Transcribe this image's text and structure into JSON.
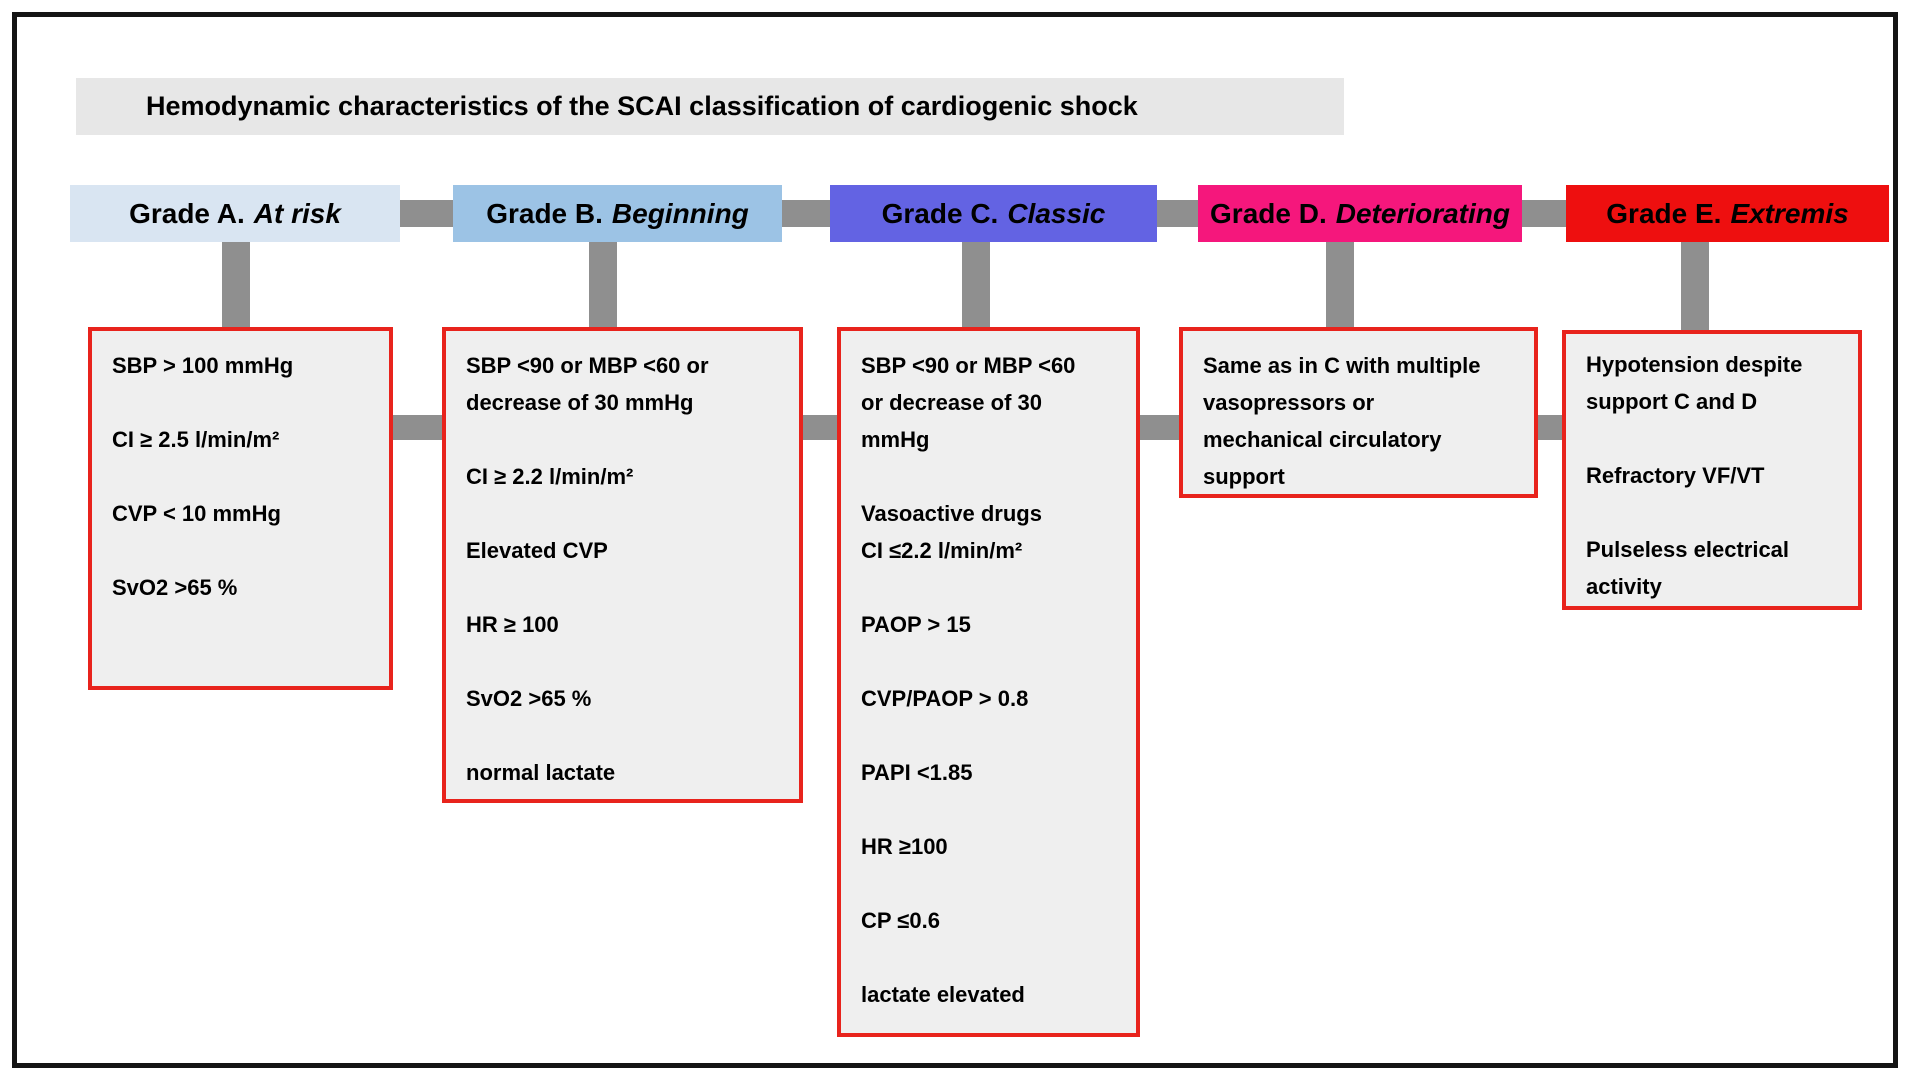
{
  "title": "Hemodynamic characteristics of the SCAI classification of cardiogenic shock",
  "colors": {
    "title_bar_bg": "#e7e7e7",
    "connector_gray": "#8f8f8f",
    "detail_box_bg": "#efefef",
    "detail_box_border": "#e8231c",
    "outer_border": "#141414"
  },
  "grades": [
    {
      "id": "A",
      "label": "Grade A.",
      "label_italic": "At risk",
      "header_bg": "#d9e5f2",
      "items": [
        [
          "SBP > 100 mmHg"
        ],
        [
          "CI ≥ 2.5 l/min/m²"
        ],
        [
          "CVP < 10 mmHg"
        ],
        [
          "SvO2 >65 %"
        ]
      ]
    },
    {
      "id": "B",
      "label": "Grade B.",
      "label_italic": "Beginning",
      "header_bg": "#9cc3e5",
      "items": [
        [
          "SBP <90 or MBP <60 or",
          "decrease of 30 mmHg"
        ],
        [
          "CI ≥ 2.2 l/min/m²"
        ],
        [
          "Elevated CVP"
        ],
        [
          "HR ≥ 100"
        ],
        [
          "SvO2 >65 %"
        ],
        [
          "normal lactate"
        ]
      ]
    },
    {
      "id": "C",
      "label": "Grade C.",
      "label_italic": "Classic",
      "header_bg": "#6363e3",
      "items": [
        [
          "SBP <90 or MBP <60",
          "or decrease of 30",
          "mmHg"
        ],
        [
          "Vasoactive drugs",
          "CI ≤2.2 l/min/m²"
        ],
        [
          "PAOP > 15"
        ],
        [
          "CVP/PAOP > 0.8"
        ],
        [
          "PAPI <1.85"
        ],
        [
          "HR ≥100"
        ],
        [
          "CP ≤0.6"
        ],
        [
          "lactate elevated"
        ]
      ]
    },
    {
      "id": "D",
      "label": "Grade D.",
      "label_italic": "Deteriorating",
      "header_bg": "#f5177c",
      "items": [
        [
          "Same as in C with multiple",
          "vasopressors or",
          "mechanical circulatory",
          "support"
        ]
      ]
    },
    {
      "id": "E",
      "label": "Grade E.",
      "label_italic": "Extremis",
      "header_bg": "#ee0f0f",
      "items": [
        [
          "Hypotension despite",
          "support C and D"
        ],
        [
          "Refractory VF/VT"
        ],
        [
          "Pulseless electrical",
          "activity"
        ]
      ]
    }
  ]
}
